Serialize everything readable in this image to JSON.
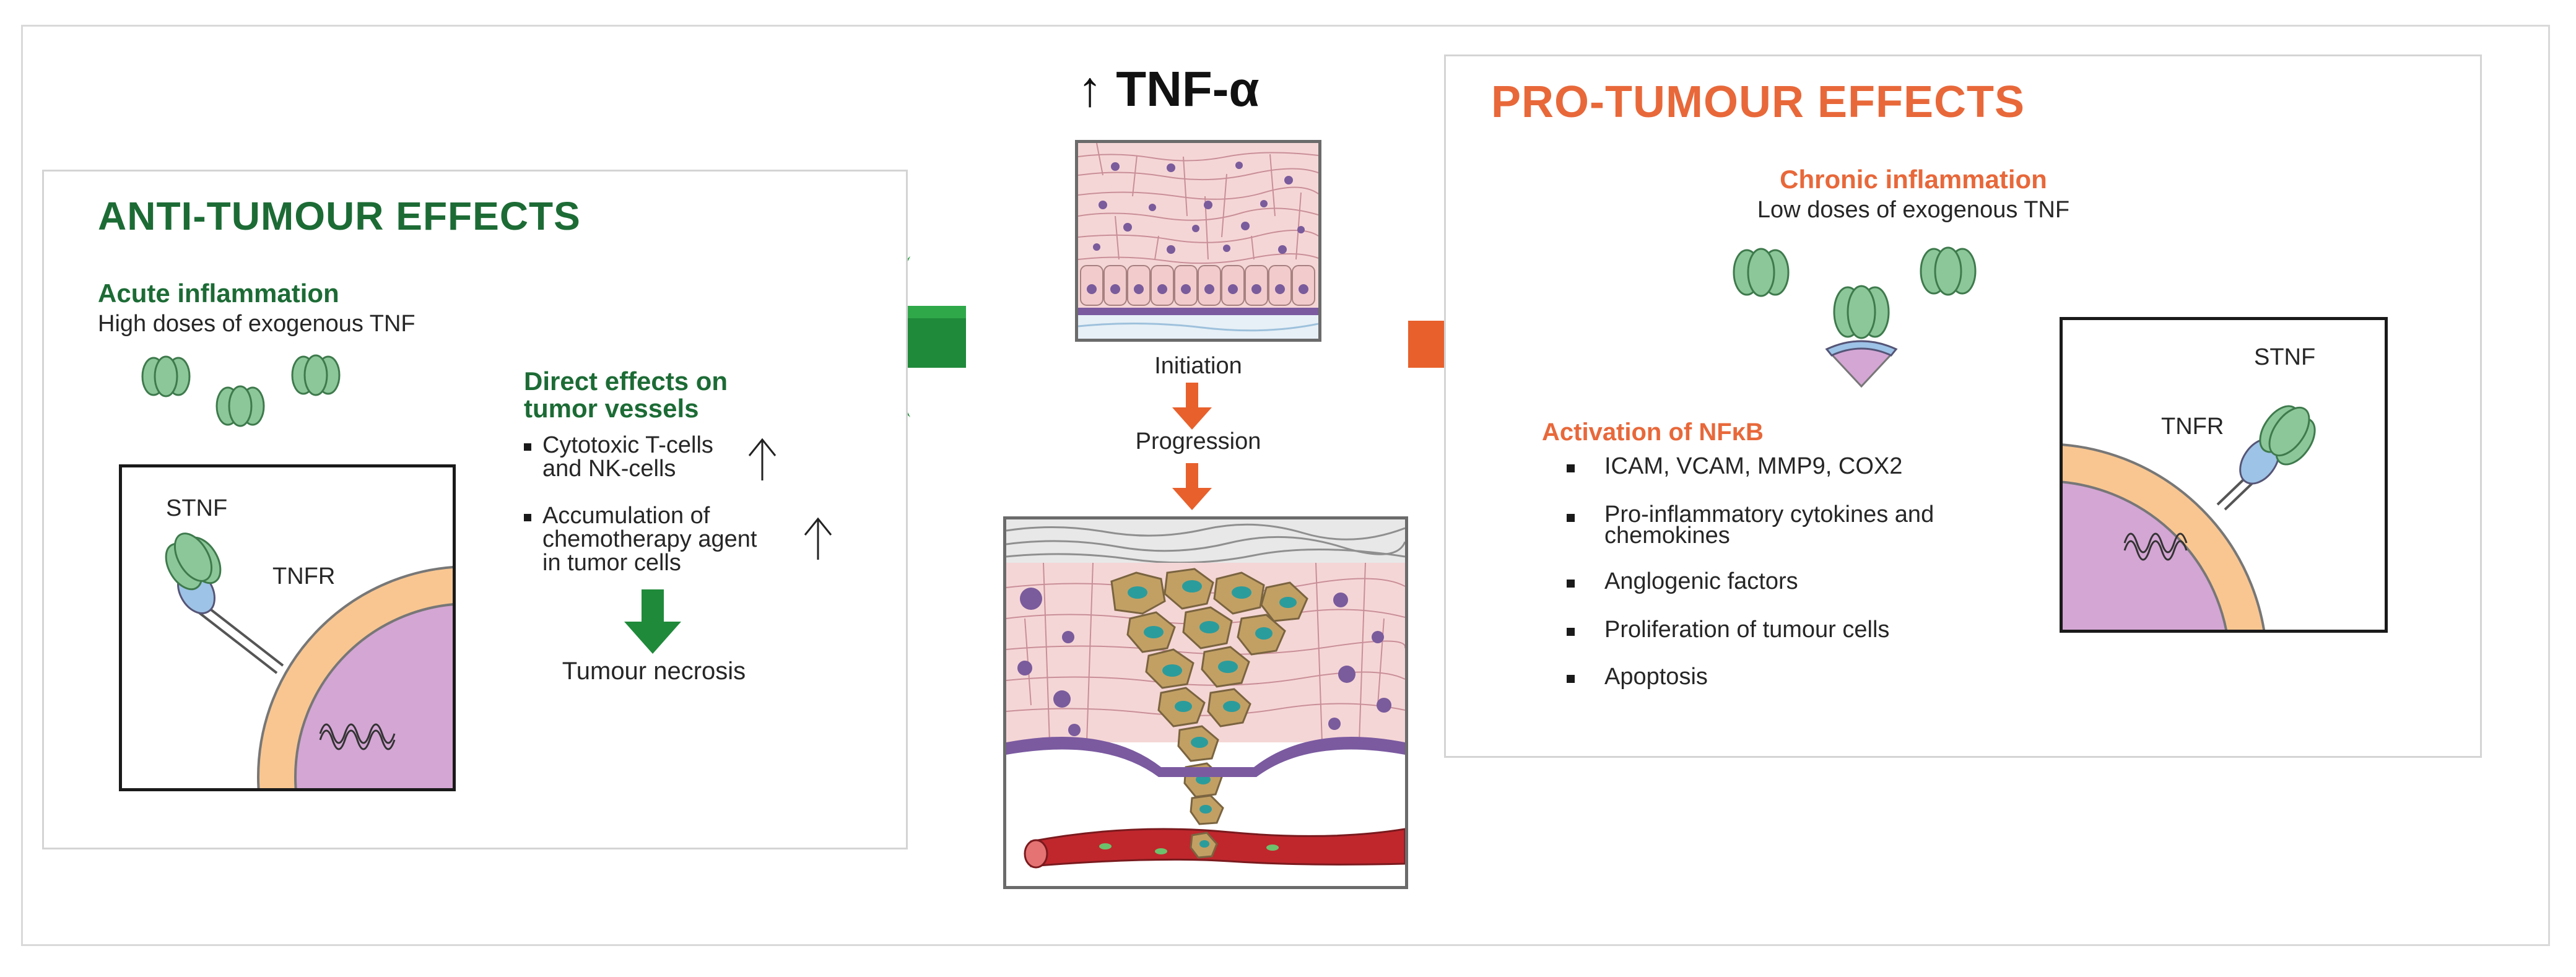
{
  "center": {
    "title": "↑ TNF-α",
    "stage_initiation": "Initiation",
    "stage_progression": "Progression"
  },
  "anti": {
    "title": "ANTI-TUMOUR EFFECTS",
    "acute_heading": "Acute inflammation",
    "acute_sub": "High doses of exogenous TNF",
    "direct_heading_line1": "Direct effects on",
    "direct_heading_line2": "tumor vessels",
    "bullets": [
      {
        "lines": [
          "Cytotoxic T-cells",
          "and NK-cells"
        ]
      },
      {
        "lines": [
          "Accumulation  of",
          "chemotherapy  agent",
          "in tumor cells"
        ]
      }
    ],
    "result": "Tumour necrosis",
    "label_stnf": "STNF",
    "label_tnfr": "TNFR"
  },
  "pro": {
    "title": "PRO-TUMOUR EFFECTS",
    "chronic_heading": "Chronic inflammation",
    "chronic_sub": "Low doses of exogenous TNF",
    "nfkb_heading": "Activation of NFκB",
    "bullets": [
      {
        "lines": [
          "ICAM,  VCAM, MMP9,  COX2"
        ]
      },
      {
        "lines": [
          "Pro-inflammatory  cytokines and",
          "chemokines"
        ]
      },
      {
        "lines": [
          "Anglogenic factors"
        ]
      },
      {
        "lines": [
          "Proliferation of tumour  cells"
        ]
      },
      {
        "lines": [
          "Apoptosis"
        ]
      }
    ],
    "label_stnf": "STNF",
    "label_tnfr": "TNFR"
  },
  "colors": {
    "green_title": "#1c6b35",
    "orange_title": "#e8683a",
    "green_arrow": "#1f8a3a",
    "orange_arrow": "#e8602c",
    "trimer": "#8cc79a",
    "receptor": "#9dc3e6",
    "membrane": "#f9c691",
    "nucleus": "#d4a6d4"
  }
}
